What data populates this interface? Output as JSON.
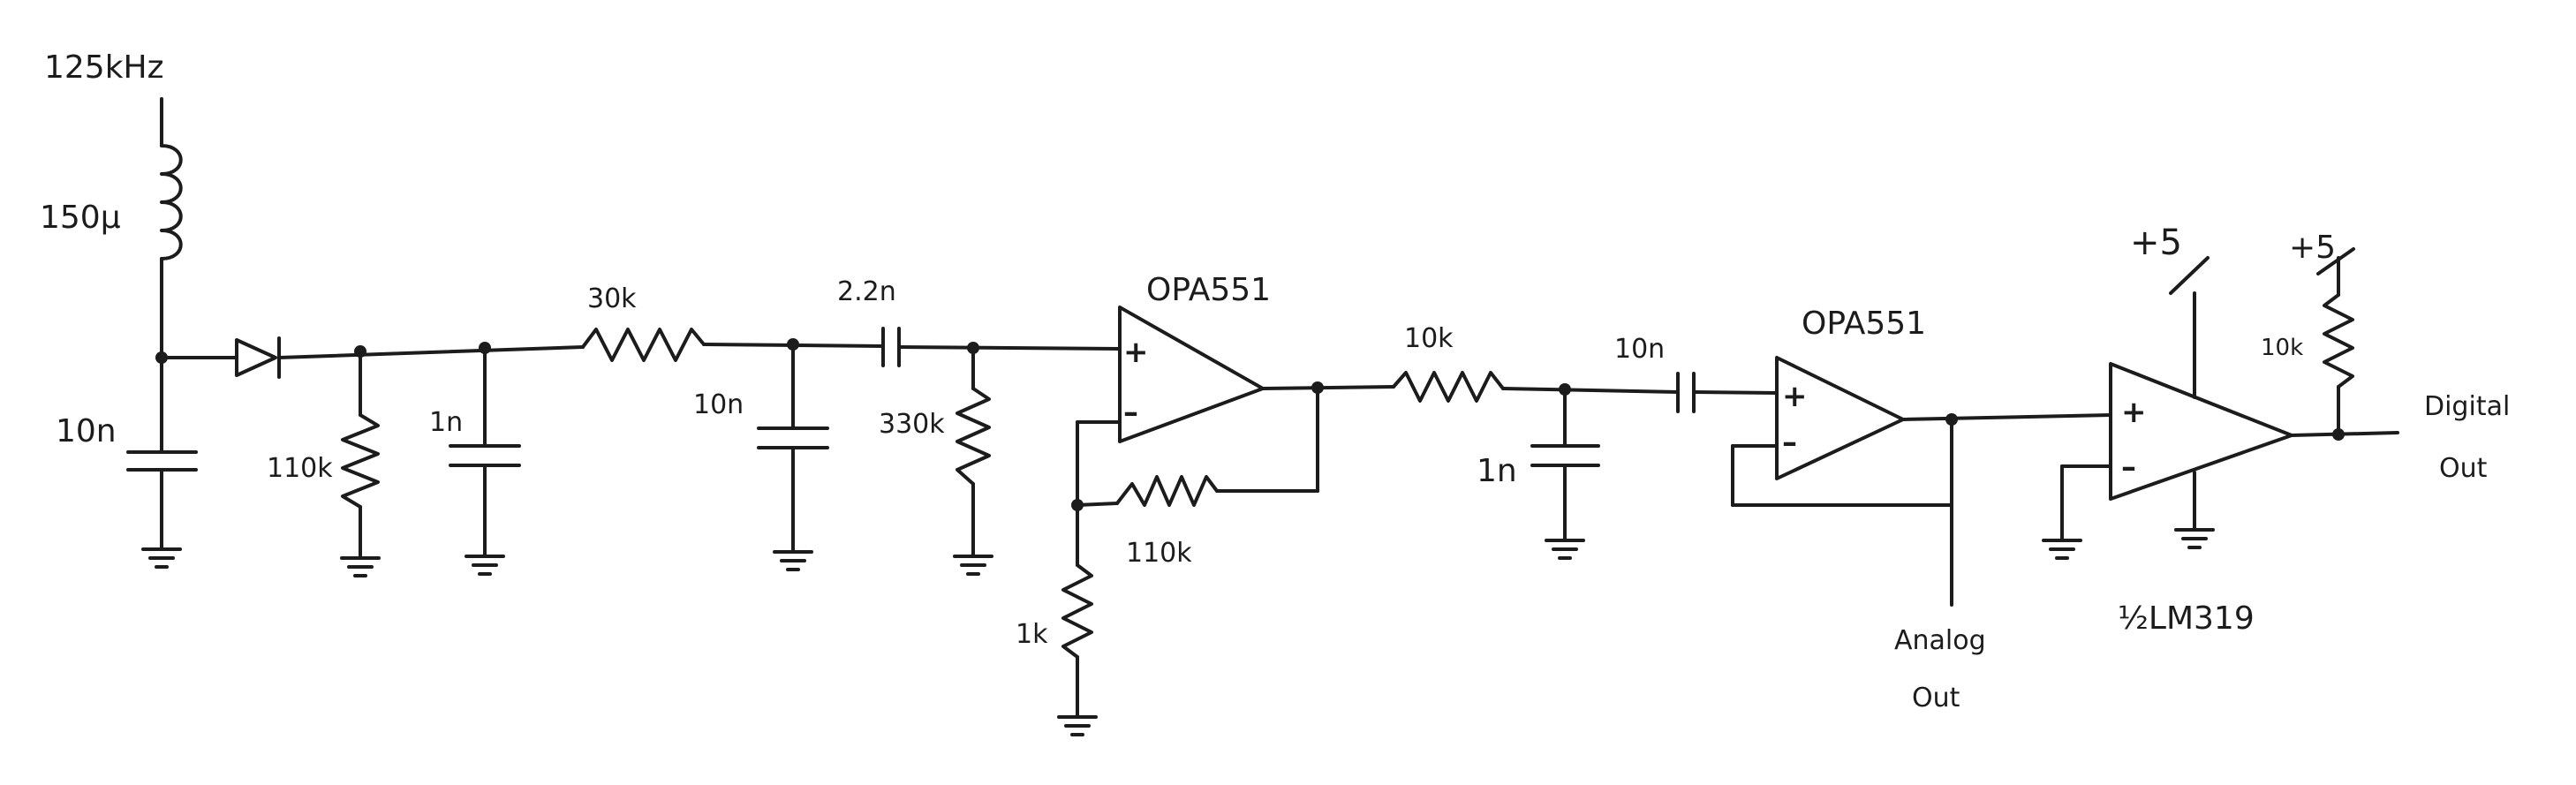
{
  "labels": {
    "frequency": "125kHz",
    "l1": "150µ",
    "c_in": "10n",
    "r_load": "110k",
    "c_rect": "1n",
    "r_series": "30k",
    "c_filter": "10n",
    "c_couple": "2.2n",
    "r_bias": "330k",
    "opamp1": "OPA551",
    "r_feedback": "110k",
    "r_gain": "1k",
    "r_lp": "10k",
    "c_lp": "1n",
    "c_couple2": "10n",
    "opamp2": "OPA551",
    "analog_out_1": "Analog",
    "analog_out_2": "Out",
    "comparator": "½LM319",
    "vcc1": "+5",
    "vcc2": "+5",
    "r_pullup": "10k",
    "digital_out_1": "Digital",
    "digital_out_2": "Out",
    "plus": "+",
    "minus": "–"
  }
}
